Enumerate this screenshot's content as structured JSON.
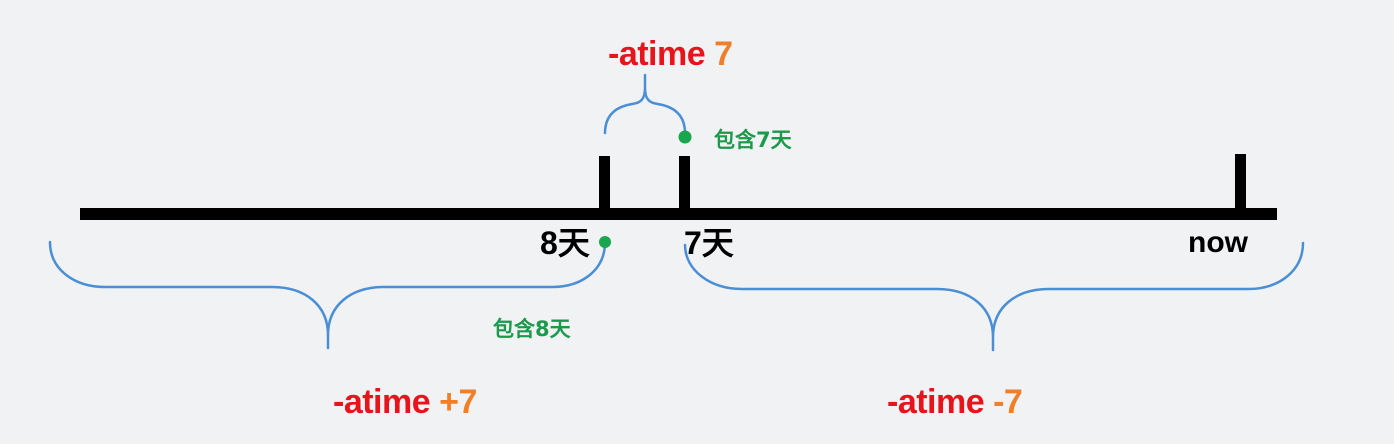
{
  "diagram": {
    "title": "find -atime timeline",
    "colors": {
      "background": "#f1f2f4",
      "axis": "#000000",
      "brace": "#4a8fd6",
      "dot": "#1aa64e",
      "option_text": "#e8141c",
      "option_number": "#f07f2a",
      "note_text": "#1a9a4a"
    },
    "axis": {
      "ticks": [
        {
          "id": "day8",
          "label": "8天"
        },
        {
          "id": "day7",
          "label": "7天"
        },
        {
          "id": "now",
          "label": "now"
        }
      ]
    },
    "ranges": {
      "exact": {
        "option": "-atime",
        "value": "7",
        "note": "包含7天"
      },
      "older": {
        "option": "-atime",
        "value": "+7",
        "note": "包含8天"
      },
      "newer": {
        "option": "-atime",
        "value": "-7"
      }
    }
  }
}
